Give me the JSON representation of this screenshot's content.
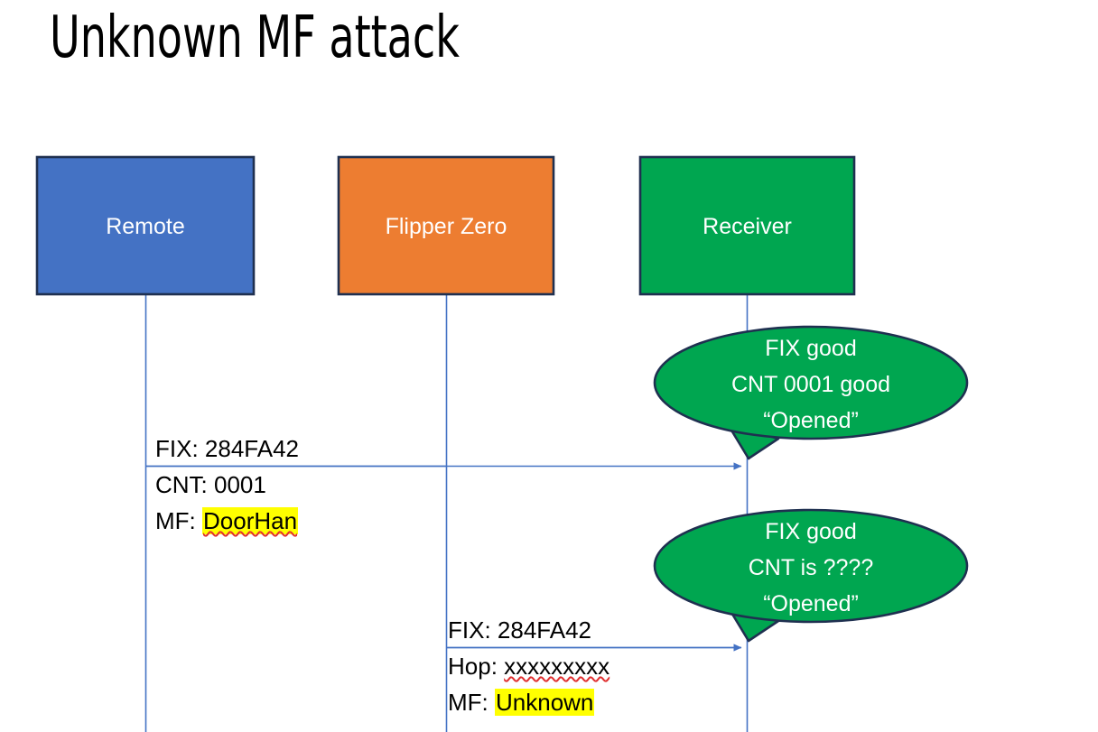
{
  "slide": {
    "title": "Unknown MF attack",
    "background": "#FFFFFF"
  },
  "colors": {
    "remote_fill": "#4472C4",
    "flipper_fill": "#ED7D31",
    "receiver_fill": "#00A650",
    "box_border": "#1F3050",
    "lifeline": "#4472C4",
    "arrow": "#4472C4",
    "callout_fill": "#00A650",
    "callout_border": "#1F3050",
    "highlight": "#FFFF00",
    "spellcheck_underline": "#E03030",
    "text_on_fill": "#FFFFFF",
    "text_body": "#000000"
  },
  "lanes": [
    {
      "id": "remote",
      "label": "Remote",
      "fill": "#4472C4"
    },
    {
      "id": "flipper",
      "label": "Flipper Zero",
      "fill": "#ED7D31"
    },
    {
      "id": "receiver",
      "label": "Receiver",
      "fill": "#00A650"
    }
  ],
  "messages": [
    {
      "id": "remote-to-receiver",
      "from": "remote",
      "to": "receiver",
      "lines": [
        {
          "text": "FIX: 284FA42",
          "highlight": false,
          "spellcheck": false
        },
        {
          "text": "CNT: 0001",
          "highlight": false,
          "spellcheck": false
        }
      ],
      "label_prefix": "MF: ",
      "label_value": "DoorHan",
      "label_highlight": true,
      "label_spellcheck": true
    },
    {
      "id": "flipper-to-receiver",
      "from": "flipper",
      "to": "receiver",
      "lines": [
        {
          "text": "FIX: 284FA42",
          "highlight": false,
          "spellcheck": false
        }
      ],
      "hop_prefix": "Hop: ",
      "hop_value": "xxxxxxxxx",
      "label_prefix": "MF: ",
      "label_value": "Unknown",
      "label_highlight": true,
      "label_spellcheck": true
    }
  ],
  "callouts": [
    {
      "id": "callout-good",
      "lines": [
        "FIX good",
        "CNT 0001 good",
        "“Opened”"
      ]
    },
    {
      "id": "callout-unknown",
      "lines": [
        "FIX good",
        "CNT is ????",
        "“Opened”"
      ]
    }
  ]
}
